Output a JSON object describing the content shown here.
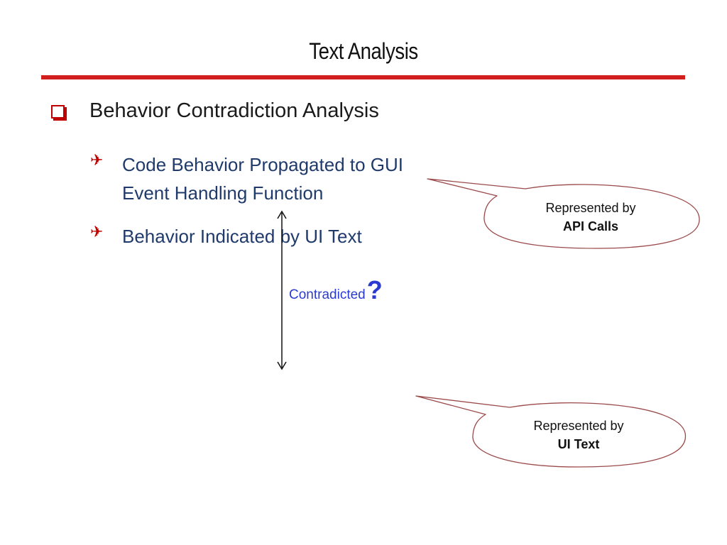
{
  "slide": {
    "title": "Text Analysis",
    "main_bullet": "Behavior Contradiction Analysis",
    "sub_bullets": [
      {
        "line1": "Code Behavior Propagated to GUI",
        "line2": "Event Handling Function"
      },
      {
        "line1": "Behavior Indicated by UI Text"
      }
    ],
    "contradicted_label": "Contradicted",
    "contradicted_mark": "?",
    "callouts": [
      {
        "line1": "Represented by",
        "line2": "API Calls"
      },
      {
        "line1": "Represented by",
        "line2": "UI Text"
      }
    ]
  },
  "colors": {
    "accent_red": "#c00000",
    "rule_red": "#d11f1f",
    "sub_text_blue": "#1f3a6b",
    "contradicted_blue": "#2b3bd1",
    "callout_border": "#9a4a4a"
  },
  "icons": {
    "main_bullet": "checkbox-bullet-icon",
    "sub_bullet": "airplane-bullet-icon",
    "connector": "double-arrow-icon"
  }
}
